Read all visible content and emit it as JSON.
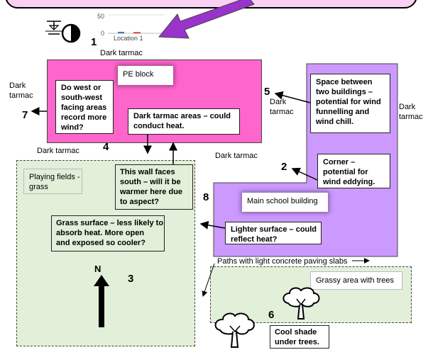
{
  "legend_chart": {
    "tick_top": "50",
    "tick_bottom": "0",
    "series_label": "Location 1"
  },
  "chart_data": {
    "type": "bar",
    "categories": [
      "Location 1"
    ],
    "series": [
      {
        "color": "#4472c4",
        "values": [
          4
        ]
      },
      {
        "color": "#e02020",
        "values": [
          3
        ]
      }
    ],
    "ylim": [
      0,
      50
    ],
    "title": "",
    "xlabel": "",
    "ylabel": ""
  },
  "numbers": {
    "n1": "1",
    "n2": "2",
    "n3": "3",
    "n4": "4",
    "n5": "5",
    "n6": "6",
    "n7": "7",
    "n8": "8"
  },
  "labels": {
    "dark_tarmac_top": "Dark tarmac",
    "dark_tarmac_left": "Dark\ntarmac",
    "dark_tarmac_mid_left": "Dark tarmac",
    "dark_tarmac_center": "Dark tarmac",
    "dark_tarmac_5": "Dark\ntarmac",
    "dark_tarmac_right": "Dark\ntarmac",
    "north": "N",
    "paths": "Paths with light concrete paving slabs"
  },
  "areas": {
    "pe_block": "PE block",
    "main_school": "Main school building",
    "playing_fields": "Playing fields -\ngrass",
    "grassy_area": "Grassy area with trees"
  },
  "notes": {
    "west_facing": "Do west or\nsouth-west\nfacing areas\nrecord more\nwind?",
    "dark_tarmac_heat": "Dark tarmac areas – could\nconduct heat.",
    "space_between": "Space between\ntwo buildings –\npotential for wind\nfunnelling and\nwind chill.",
    "corner": "Corner –\npotential for\nwind eddying.",
    "wall_south": "This wall faces\nsouth – will it be\nwarmer here due\nto aspect?",
    "lighter_surface": "Lighter surface – could\nreflect heat?",
    "grass_surface": "Grass surface – less likely to\nabsorb heat. More open\nand exposed so cooler?",
    "cool_shade": "Cool shade\nunder trees."
  },
  "colors": {
    "pe_block": "#ff66cc",
    "main_school": "#cc99ff",
    "grass": "#e2efd9",
    "pink_banner": "#f9d1f3",
    "purple_arrow": "#9933cc"
  },
  "icons": [
    "weather-station-icon",
    "half-shaded-circle-icon",
    "purple-pointer-arrow-icon",
    "north-arrow-icon",
    "tree-icon"
  ]
}
